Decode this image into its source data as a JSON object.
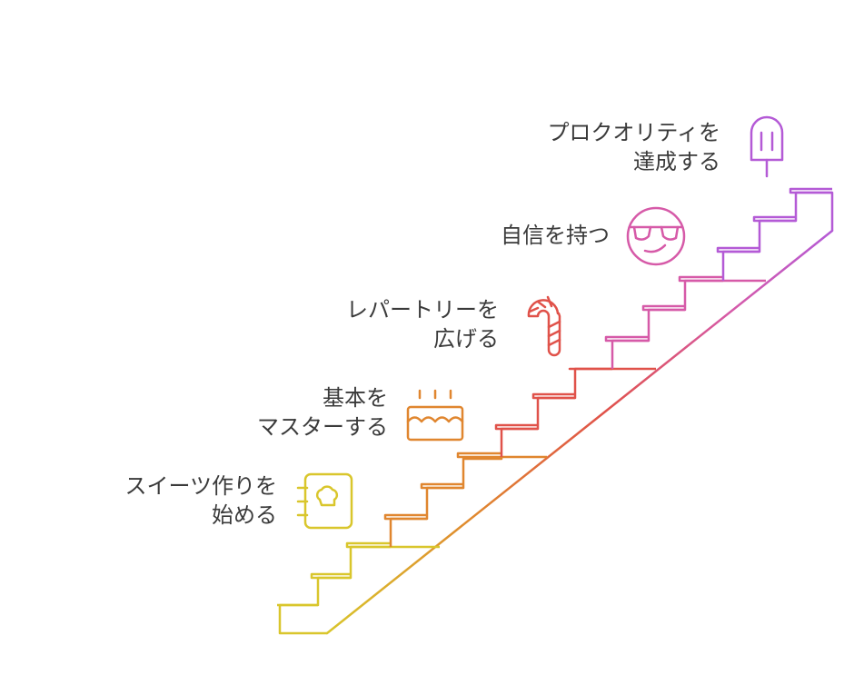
{
  "steps": [
    {
      "lines": [
        "スイーツ作りを",
        "始める"
      ],
      "icon": "recipe-book-icon",
      "color": "#d9c62c"
    },
    {
      "lines": [
        "基本を",
        "マスターする"
      ],
      "icon": "cake-icon",
      "color": "#e0862f"
    },
    {
      "lines": [
        "レパートリーを",
        "広げる"
      ],
      "icon": "candy-cane-icon",
      "color": "#e0524a"
    },
    {
      "lines": [
        "自信を持つ"
      ],
      "icon": "sunglasses-smiley-icon",
      "color": "#d65aa8"
    },
    {
      "lines": [
        "プロクオリティを",
        "達成する"
      ],
      "icon": "popsicle-icon",
      "color": "#b45ad6"
    }
  ]
}
